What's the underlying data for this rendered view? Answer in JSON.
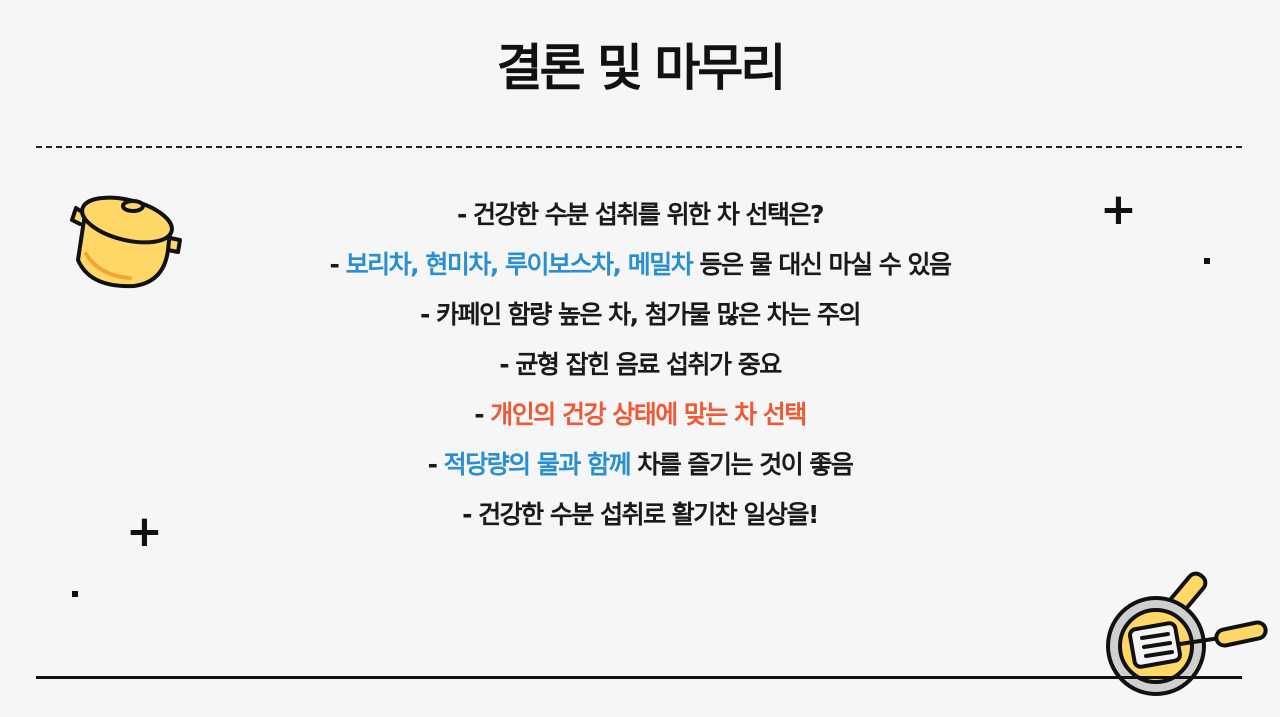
{
  "slide": {
    "title": "결론 및 마무리",
    "lines": [
      {
        "parts": [
          {
            "text": "- 건강한 수분 섭취를 위한 차 선택은?",
            "style": "normal"
          }
        ]
      },
      {
        "parts": [
          {
            "text": "- ",
            "style": "normal"
          },
          {
            "text": "보리차, 현미차, 루이보스차, 메밀차",
            "style": "blue"
          },
          {
            "text": " 등은 물 대신 마실 수 있음",
            "style": "normal"
          }
        ]
      },
      {
        "parts": [
          {
            "text": "- 카페인 함량 높은 차, 첨가물 많은 차는 주의",
            "style": "normal"
          }
        ]
      },
      {
        "parts": [
          {
            "text": "- 균형 잡힌 음료 섭취가 중요",
            "style": "normal"
          }
        ]
      },
      {
        "parts": [
          {
            "text": "- ",
            "style": "normal"
          },
          {
            "text": "개인의 건강 상태에 맞는 차 선택",
            "style": "red"
          }
        ]
      },
      {
        "parts": [
          {
            "text": "- ",
            "style": "normal"
          },
          {
            "text": "적당량의 물과 함께",
            "style": "blue"
          },
          {
            "text": " 차를 즐기는 것이 좋음",
            "style": "normal"
          }
        ]
      },
      {
        "parts": [
          {
            "text": "- 건강한 수분 섭취로 활기찬 일상을!",
            "style": "normal"
          }
        ]
      }
    ]
  },
  "icons": [
    "cooking-pot-icon",
    "frying-pan-icon",
    "plus-icon",
    "dot-icon"
  ],
  "colors": {
    "background": "#f6f6f6",
    "text": "#1a1a1a",
    "blue_highlight": "#2a8fd0",
    "red_highlight": "#ee5a36",
    "icon_yellow": "#ffd766"
  }
}
